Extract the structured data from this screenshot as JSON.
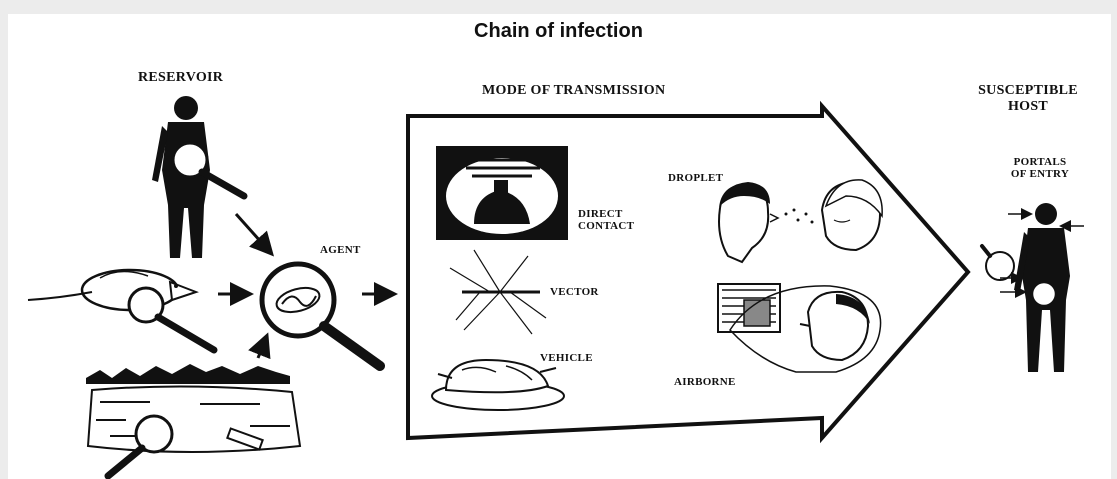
{
  "title": "Chain of infection",
  "labels": {
    "reservoir": "RESERVOIR",
    "agent": "AGENT",
    "mode": "MODE OF TRANSMISSION",
    "susceptible_line1": "SUSCEPTIBLE",
    "susceptible_line2": "HOST",
    "portals_line1": "PORTALS",
    "portals_line2": "OF ENTRY",
    "direct_line1": "DIRECT",
    "direct_line2": "CONTACT",
    "droplet": "DROPLET",
    "vector": "VECTOR",
    "vehicle": "VEHICLE",
    "airborne": "AIRBORNE"
  },
  "colors": {
    "ink": "#111111",
    "background": "#ececec",
    "panel": "#ffffff"
  },
  "icons": [
    "human-silhouette-icon",
    "magnifier-icon",
    "rat-icon",
    "pond-icon",
    "microbe-icon",
    "xray-icon",
    "mosquito-icon",
    "chicken-icon",
    "face-icon",
    "window-icon"
  ]
}
